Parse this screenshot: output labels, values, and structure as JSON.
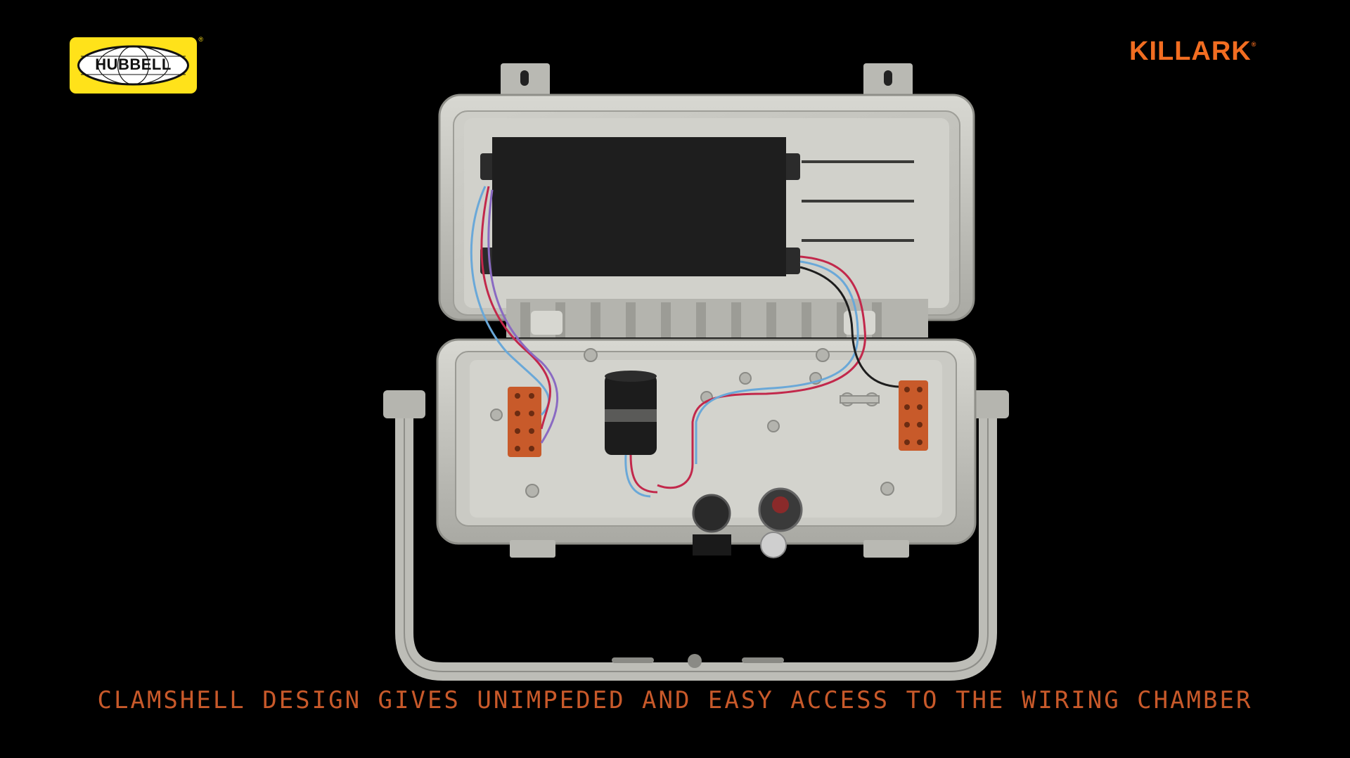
{
  "brand_left": {
    "name": "HUBBELL",
    "mark": "®"
  },
  "brand_right": {
    "name": "KILLARK",
    "mark": "®"
  },
  "caption": "CLAMSHELL DESIGN GIVES UNIMPEDED AND EASY ACCESS TO THE WIRING CHAMBER",
  "colors": {
    "background": "#000000",
    "hubbell_yellow": "#ffe21a",
    "killark_orange": "#f26d21",
    "caption": "#c8592a",
    "housing": "#c9c9c3",
    "terminal_blocks": "#c85a2a",
    "wire_red": "#c2284b",
    "wire_blue": "#6aa8d8",
    "wire_purple": "#8a6ac2"
  }
}
